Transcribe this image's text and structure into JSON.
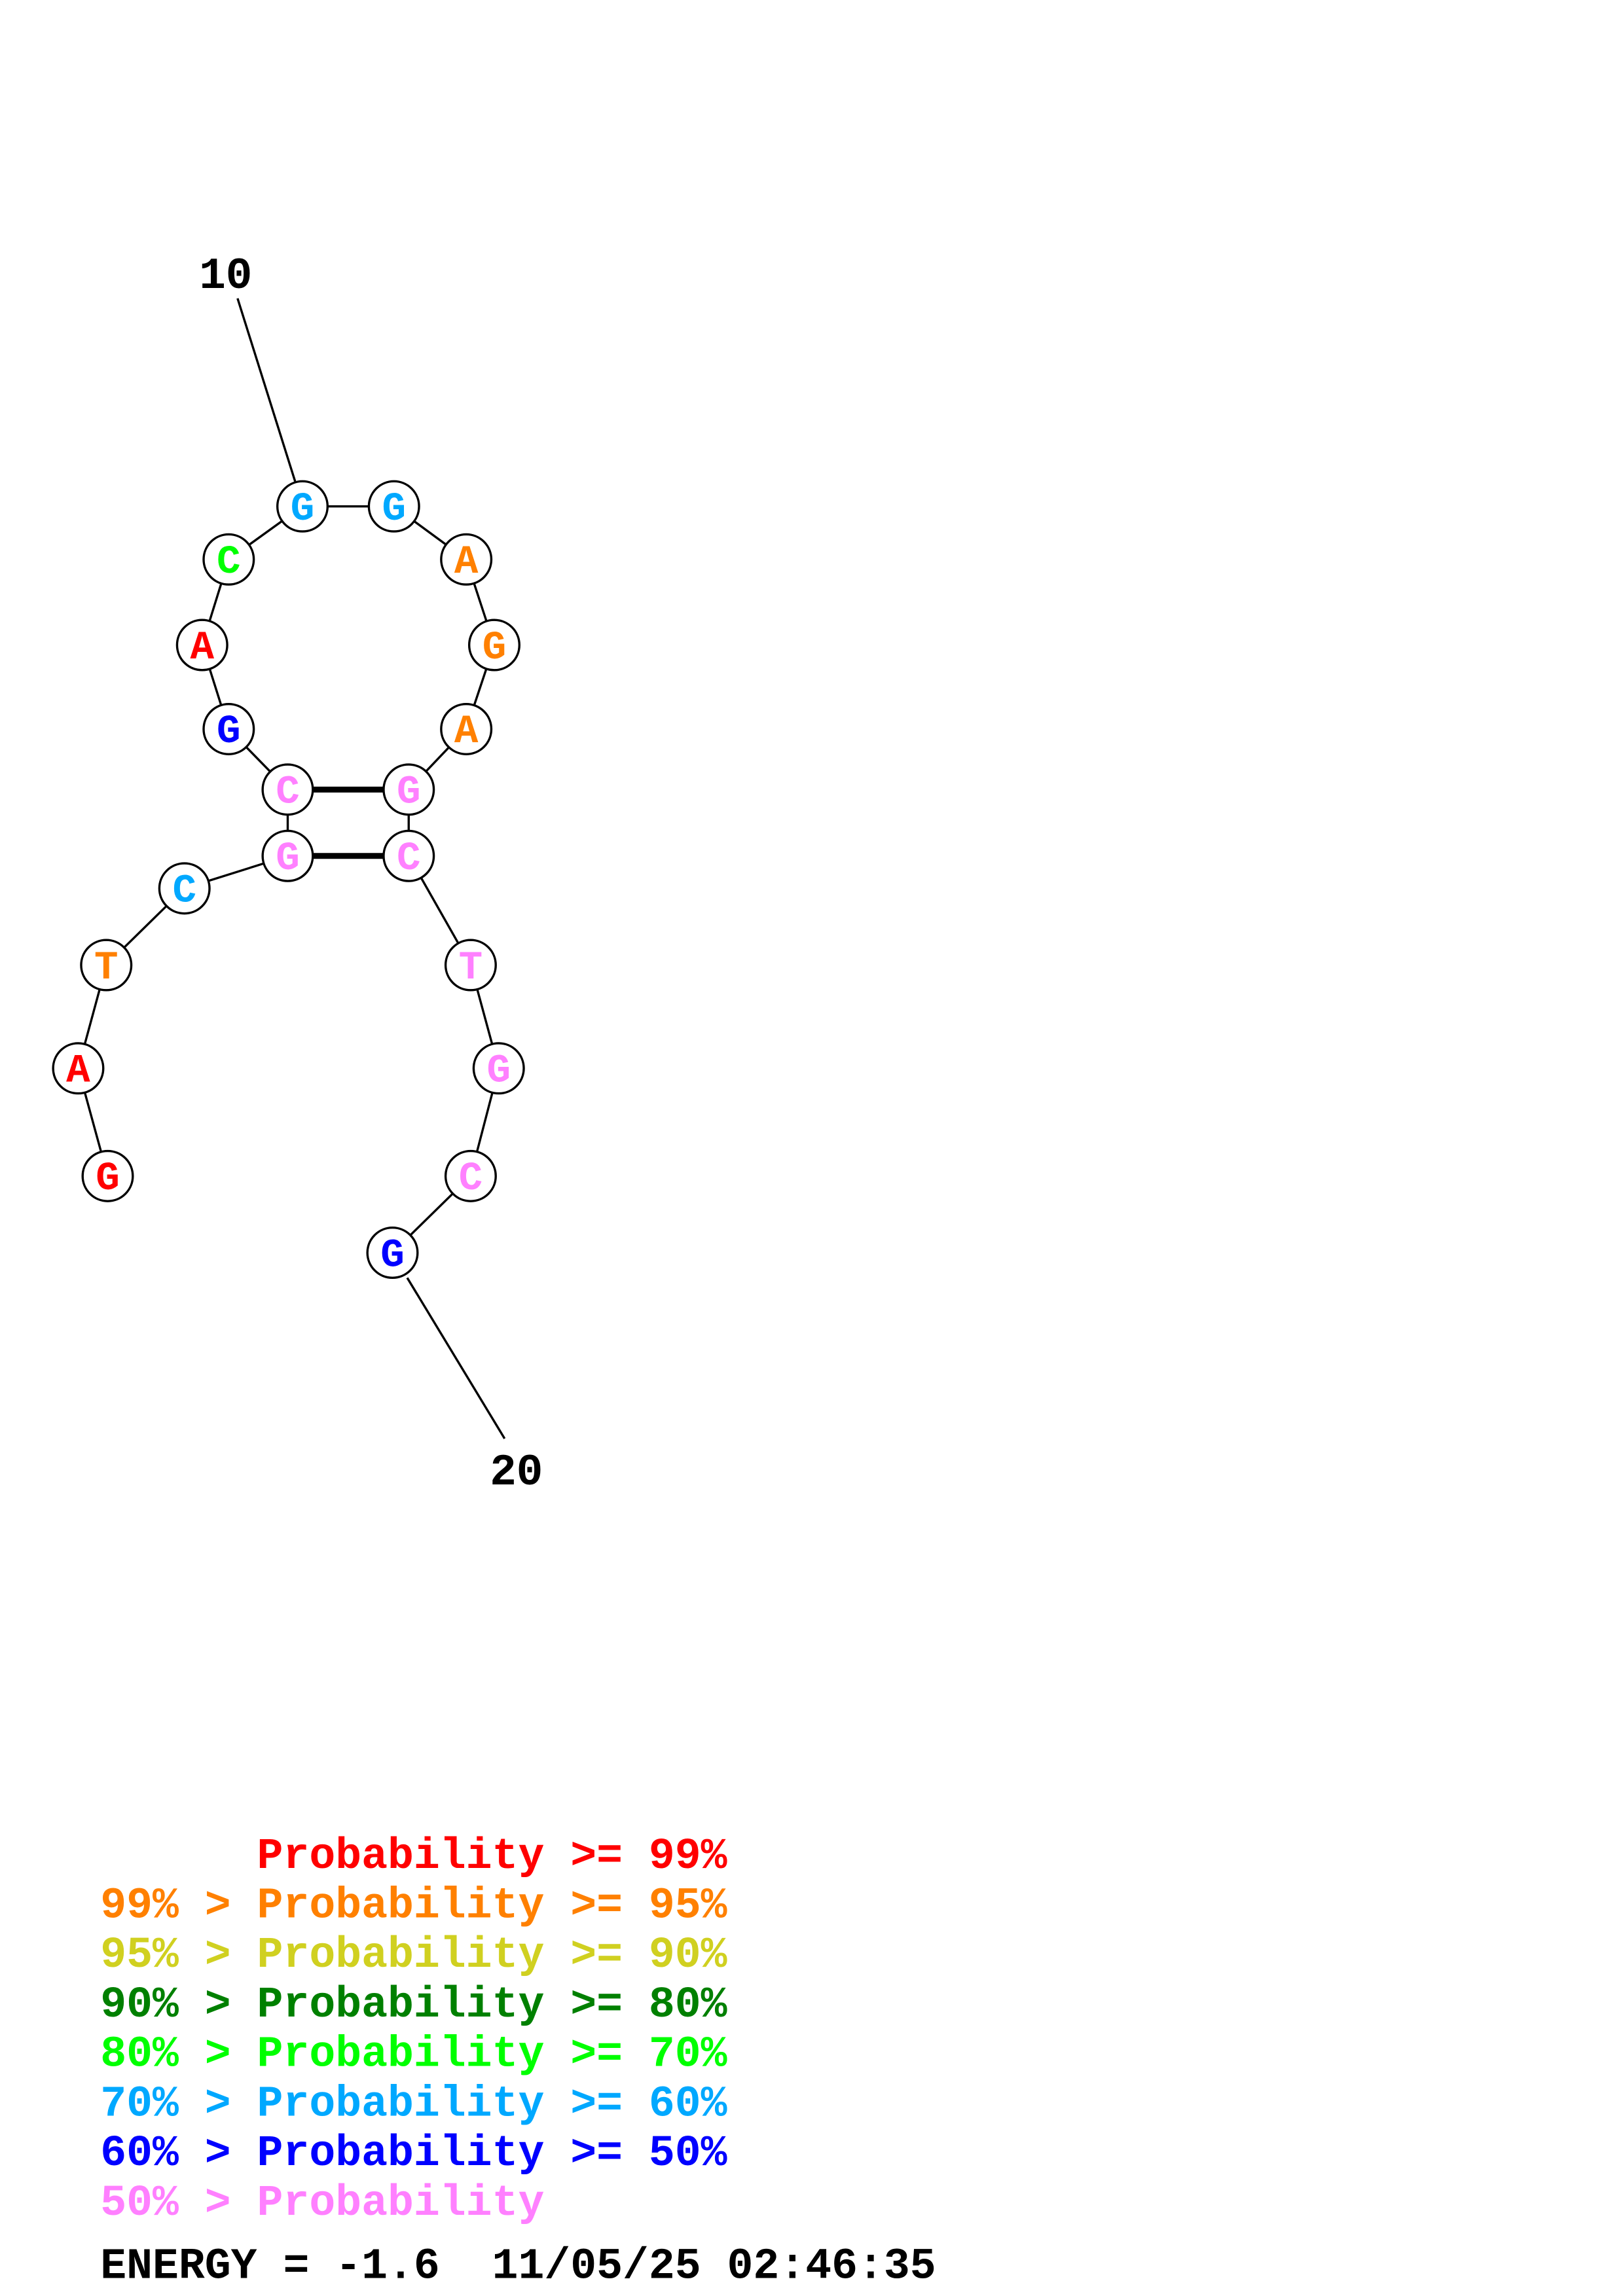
{
  "structure": {
    "nucleotides": [
      {
        "base": "G",
        "prob": "ge99"
      },
      {
        "base": "A",
        "prob": "ge99"
      },
      {
        "base": "T",
        "prob": "ge95"
      },
      {
        "base": "C",
        "prob": "ge60"
      },
      {
        "base": "G",
        "prob": "lt50"
      },
      {
        "base": "C",
        "prob": "lt50"
      },
      {
        "base": "G",
        "prob": "ge50"
      },
      {
        "base": "A",
        "prob": "ge99"
      },
      {
        "base": "C",
        "prob": "ge70"
      },
      {
        "base": "G",
        "prob": "ge60"
      },
      {
        "base": "G",
        "prob": "ge60"
      },
      {
        "base": "A",
        "prob": "ge95"
      },
      {
        "base": "G",
        "prob": "ge95"
      },
      {
        "base": "A",
        "prob": "ge95"
      },
      {
        "base": "G",
        "prob": "lt50"
      },
      {
        "base": "C",
        "prob": "lt50"
      },
      {
        "base": "T",
        "prob": "lt50"
      },
      {
        "base": "G",
        "prob": "lt50"
      },
      {
        "base": "C",
        "prob": "lt50"
      },
      {
        "base": "G",
        "prob": "ge50"
      }
    ],
    "pairs": [
      [
        5,
        16
      ],
      [
        6,
        15
      ]
    ],
    "position_labels": [
      {
        "index": 10,
        "text": "10"
      },
      {
        "index": 20,
        "text": "20"
      }
    ]
  },
  "colors": {
    "ge99": "#ff0000",
    "ge95": "#ff8000",
    "ge90": "#d0d020",
    "ge80": "#008000",
    "ge70": "#00ff00",
    "ge60": "#00a8ff",
    "ge50": "#0000ff",
    "lt50": "#ff80ff"
  },
  "legend": [
    {
      "text": "      Probability >= 99%",
      "prob": "ge99"
    },
    {
      "text": "99% > Probability >= 95%",
      "prob": "ge95"
    },
    {
      "text": "95% > Probability >= 90%",
      "prob": "ge90"
    },
    {
      "text": "90% > Probability >= 80%",
      "prob": "ge80"
    },
    {
      "text": "80% > Probability >= 70%",
      "prob": "ge70"
    },
    {
      "text": "70% > Probability >= 60%",
      "prob": "ge60"
    },
    {
      "text": "60% > Probability >= 50%",
      "prob": "ge50"
    },
    {
      "text": "50% > Probability",
      "prob": "lt50"
    }
  ],
  "footer": {
    "energy": "ENERGY = -1.6  11/05/25 02:46:35"
  }
}
